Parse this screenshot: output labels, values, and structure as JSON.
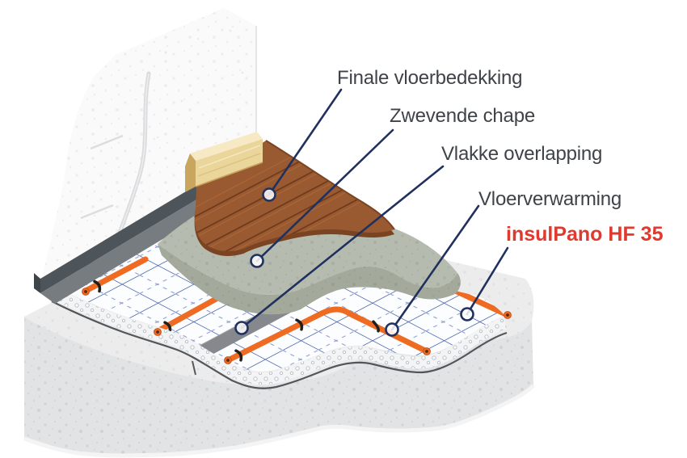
{
  "diagram": {
    "labels": {
      "final_floor_covering": "Finale vloerbedekking",
      "floating_screed": "Zwevende chape",
      "flat_overlap": "Vlakke overlapping",
      "floor_heating": "Vloerverwarming",
      "product_name": "insulPano HF 35"
    },
    "colors": {
      "background": "#ffffff",
      "label_text": "#3f4348",
      "product_red": "#e0392e",
      "leader_line_navy": "#20305f",
      "pipe_orange": "#ef6b22",
      "pipe_clip_black": "#1f1f1f",
      "grid_blue_solid": "#3b55a6",
      "grid_blue_dashed": "#8a9bce",
      "insulation_white": "#fcfdfe",
      "overlap_strip_gray": "#85898d",
      "edge_strip_dark": "#4e555a",
      "edge_strip_light": "#767c80",
      "screed_top": "#b5bbae",
      "screed_side": "#a3a99b",
      "wood_brown": "#9a5a31",
      "wood_edge_dark": "#7a4423",
      "skirting_face": "#ead59b",
      "skirting_top": "#f6e9c4",
      "wall_white": "#fafafb",
      "slab_top_gray": "#ececed",
      "slab_side_gray": "#e2e3e4"
    }
  }
}
